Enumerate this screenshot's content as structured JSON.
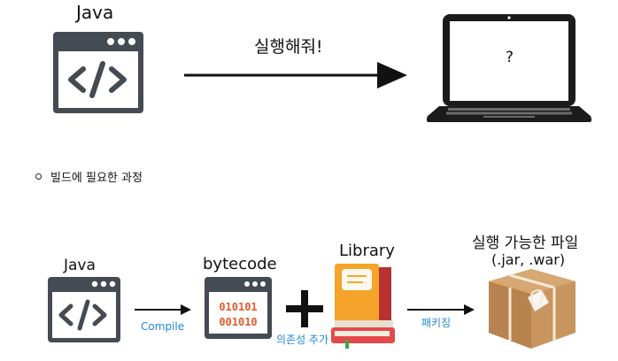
{
  "top": {
    "source_label": "Java",
    "arrow_label": "실행해줘!",
    "laptop_screen_text": "?"
  },
  "bullet": {
    "text": "빌드에 필요한 과정"
  },
  "flow": {
    "java_label": "Java",
    "compile_label": "Compile",
    "bytecode_label": "bytecode",
    "bytecode_line1": "010101",
    "bytecode_line2": "001010",
    "library_label": "Library",
    "dependency_label": "의존성 추가",
    "packaging_label": "패키징",
    "result_label_line1": "실행 가능한 파일",
    "result_label_line2": "(.jar, .war)"
  },
  "colors": {
    "icon_dark": "#444b52",
    "bytecode_red": "#e25a2c",
    "accent_blue": "#1e88d8",
    "book_orange": "#f4a42a",
    "book_red": "#e34a4a",
    "parcel_brown": "#c9955e"
  }
}
